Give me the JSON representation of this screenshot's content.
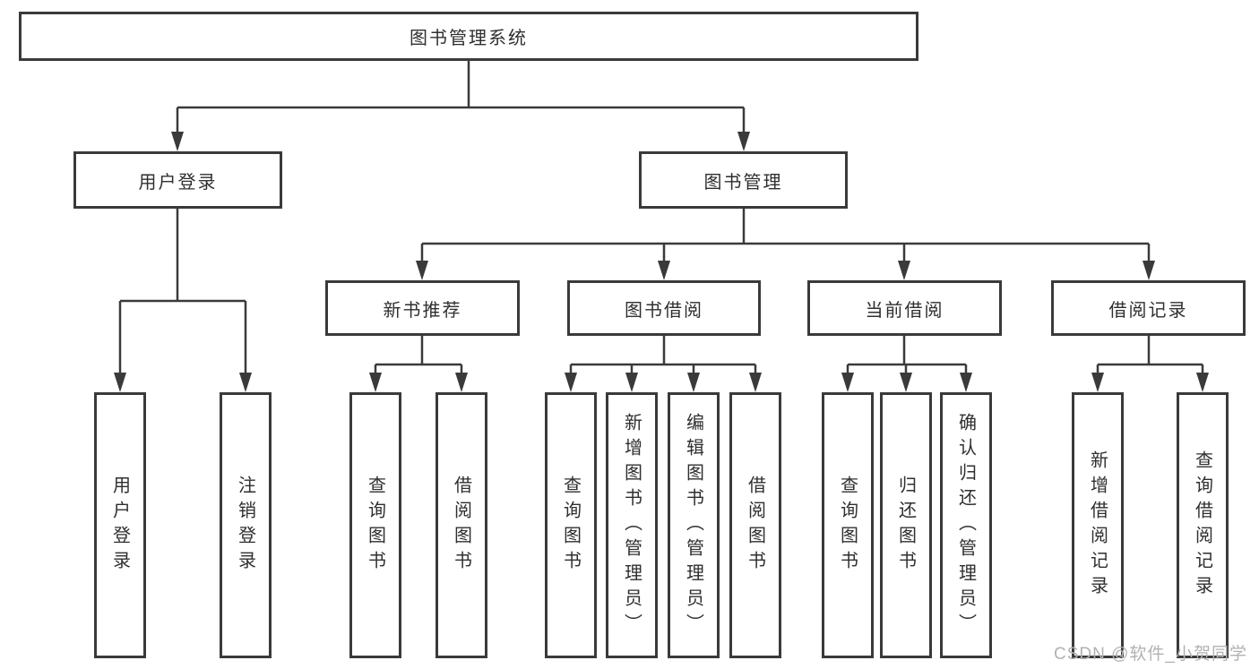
{
  "diagram_title": "图书管理系统",
  "tree": {
    "label": "图书管理系统",
    "children": [
      {
        "label": "用户登录",
        "children": [
          {
            "label": "用户登录"
          },
          {
            "label": "注销登录"
          }
        ]
      },
      {
        "label": "图书管理",
        "children": [
          {
            "label": "新书推荐",
            "children": [
              {
                "label": "查询图书"
              },
              {
                "label": "借阅图书"
              }
            ]
          },
          {
            "label": "图书借阅",
            "children": [
              {
                "label": "查询图书"
              },
              {
                "label": "新增图书（管理员）"
              },
              {
                "label": "编辑图书（管理员）"
              },
              {
                "label": "借阅图书"
              }
            ]
          },
          {
            "label": "当前借阅",
            "children": [
              {
                "label": "查询图书"
              },
              {
                "label": "归还图书"
              },
              {
                "label": "确认归还（管理员）"
              }
            ]
          },
          {
            "label": "借阅记录",
            "children": [
              {
                "label": "新增借阅记录"
              },
              {
                "label": "查询借阅记录"
              }
            ]
          }
        ]
      }
    ]
  },
  "watermark": {
    "text": "CSDN @软件_小贺同学"
  },
  "colors": {
    "line": "#3a3a3a",
    "box_border": "#3a3a3a",
    "text": "#2f2f2f",
    "background": "#ffffff",
    "watermark": "#b2b2b2"
  }
}
